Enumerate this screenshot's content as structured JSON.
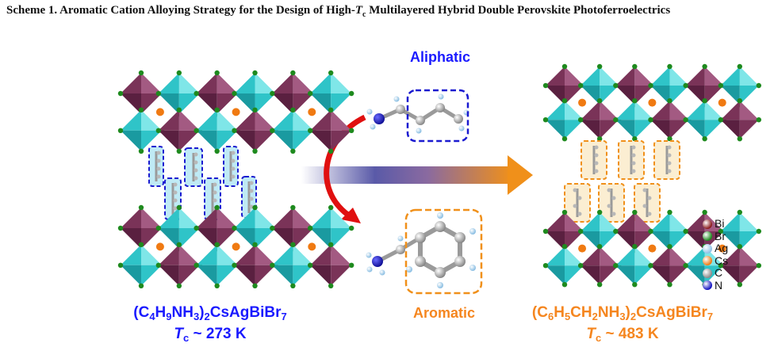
{
  "caption": {
    "scheme": "Scheme 1.",
    "text_pre": "Aromatic Cation Alloying Strategy for the Design of High-",
    "tc_T": "T",
    "tc_c": "c",
    "text_post": "Multilayered Hybrid Double Perovskite Photoferroelectrics"
  },
  "labels": {
    "aliphatic": "Aliphatic",
    "aromatic": "Aromatic"
  },
  "left_compound": {
    "formula_parts": [
      "(C",
      "4",
      "H",
      "9",
      "NH",
      "3",
      ")",
      "2",
      "CsAgBiBr",
      "7"
    ],
    "tc_T": "T",
    "tc_c": "c",
    "tc_value": " ~ 273 K"
  },
  "right_compound": {
    "formula_parts": [
      "(C",
      "6",
      "H",
      "5",
      "CH",
      "2",
      "NH",
      "3",
      ")",
      "2",
      "CsAgBiBr",
      "7"
    ],
    "tc_T": "T",
    "tc_c": "c",
    "tc_value": " ~ 483 K"
  },
  "legend": [
    {
      "label": "Bi",
      "color": "#8b1a1a"
    },
    {
      "label": "Br",
      "color": "#1e8a1e"
    },
    {
      "label": "Ag",
      "color": "#8fc3e8"
    },
    {
      "label": "Cs",
      "color": "#f07a12"
    },
    {
      "label": "C",
      "color": "#8a8a8a"
    },
    {
      "label": "N",
      "color": "#1010c0"
    }
  ],
  "colors": {
    "aliphatic": "#1a1aff",
    "aromatic": "#f5861f",
    "bi_octahedron": "#7a3358",
    "ag_octahedron": "#2fc4c8"
  }
}
